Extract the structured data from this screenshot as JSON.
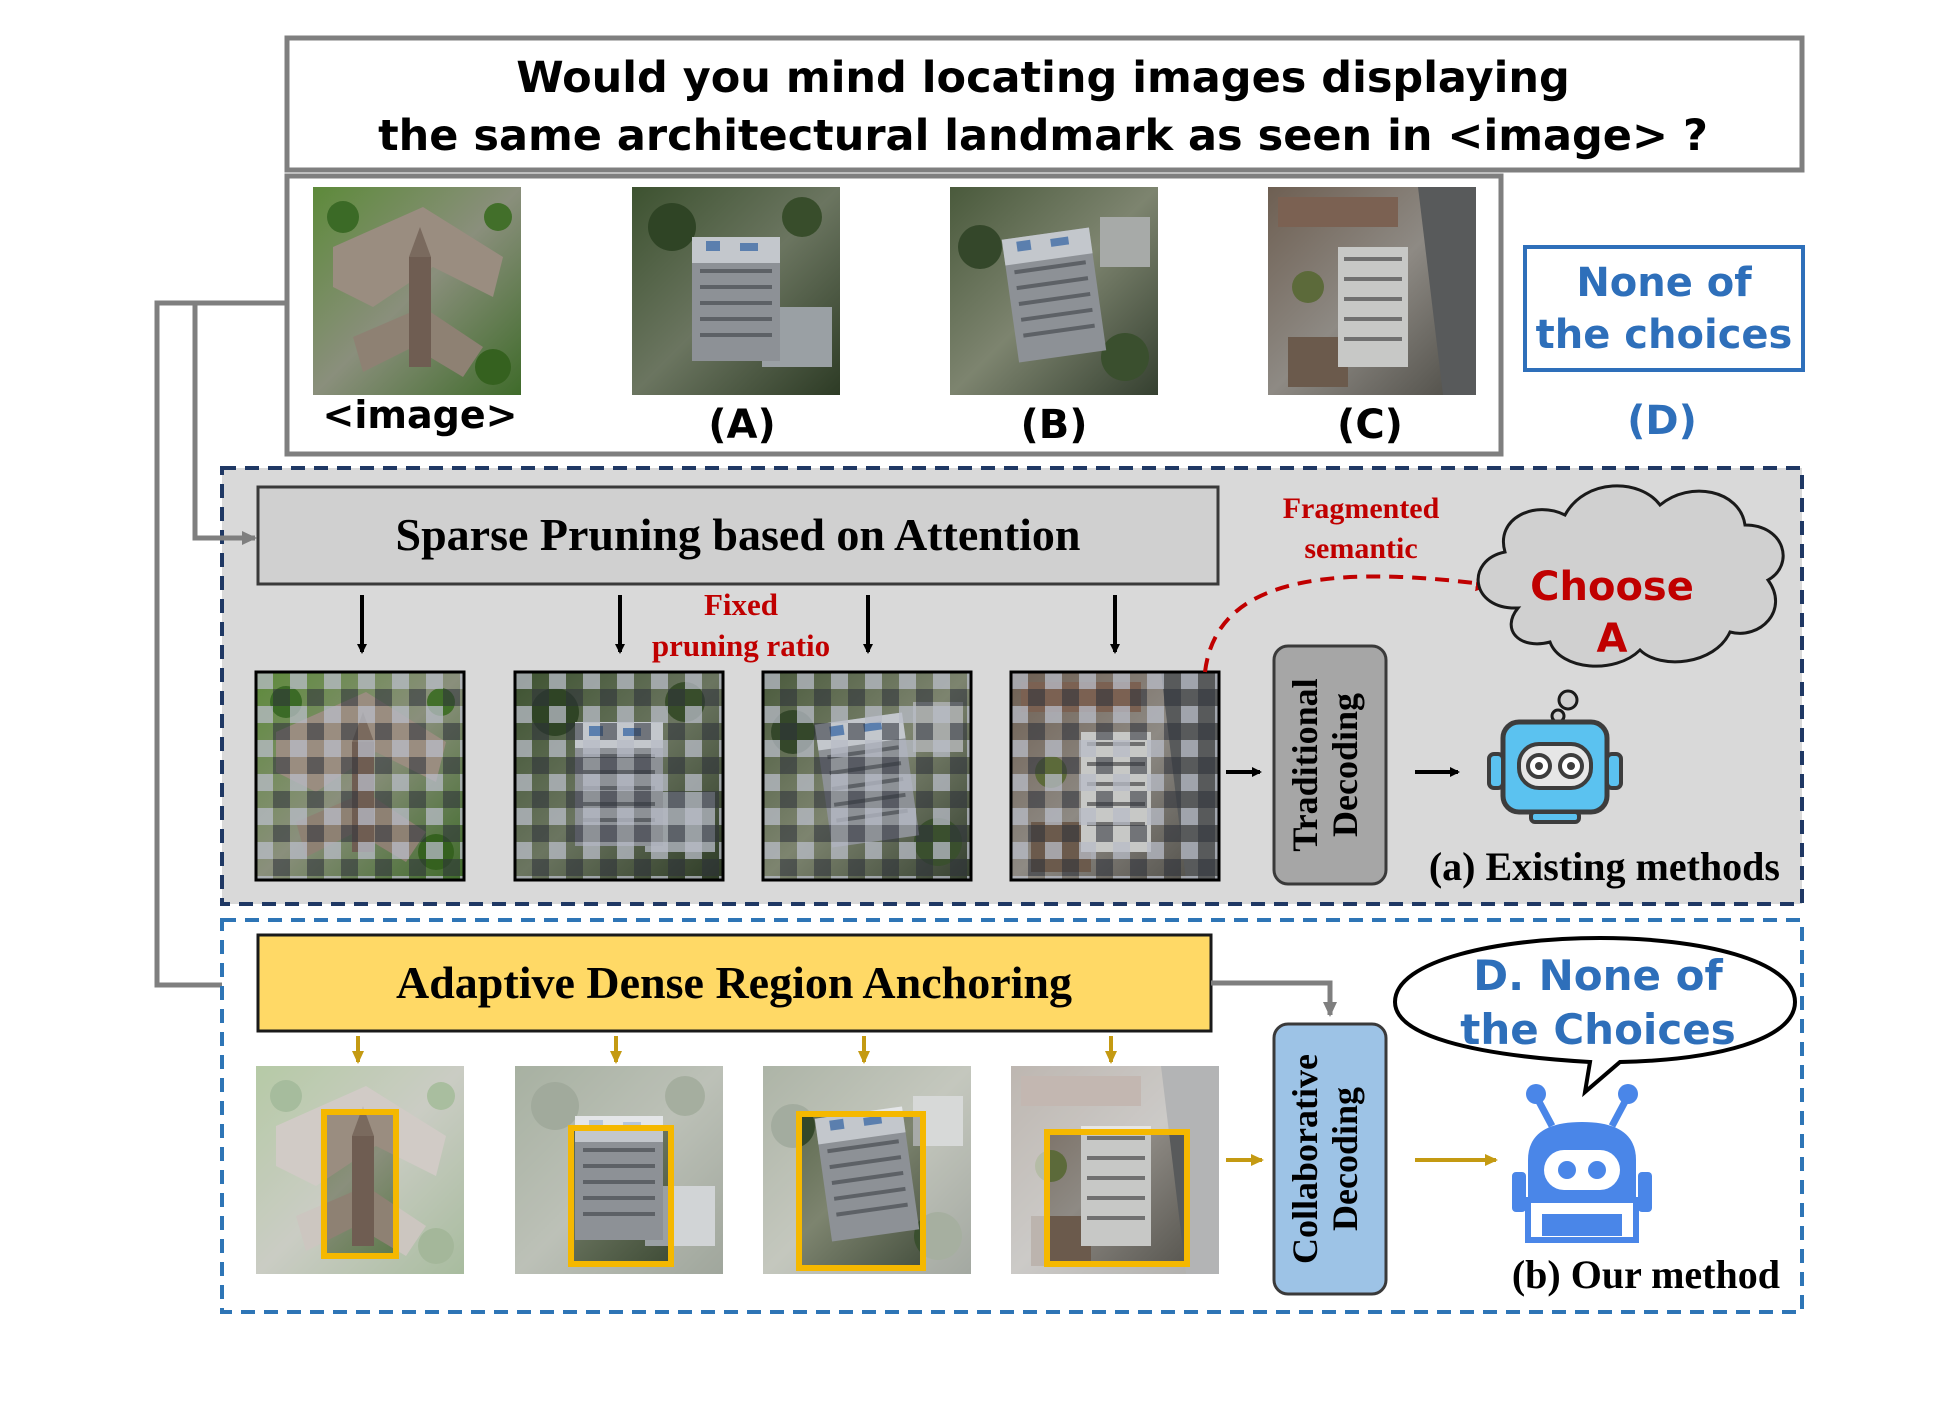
{
  "question": {
    "line1": "Would you mind locating images displaying",
    "line2": "the same architectural landmark as seen in <image> ?"
  },
  "choices": {
    "image_label": "<image>",
    "a_label": "(A)",
    "b_label": "(B)",
    "c_label": "(C)",
    "d_label": "(D)",
    "d_box_line1": "None of",
    "d_box_line2": "the choices"
  },
  "existing": {
    "module_title": "Sparse Pruning based on Attention",
    "fixed_line1": "Fixed",
    "fixed_line2": "pruning ratio",
    "fragment_line1": "Fragmented",
    "fragment_line2": "semantic",
    "decoder_line1": "Traditional",
    "decoder_line2": "Decoding",
    "answer_line1": "Choose",
    "answer_line2": "A",
    "caption": "(a) Existing methods"
  },
  "ours": {
    "module_title": "Adaptive Dense Region Anchoring",
    "decoder_line1": "Collaborative",
    "decoder_line2": "Decoding",
    "answer_line1": "D. None of",
    "answer_line2": "the Choices",
    "caption": "(b) Our method"
  },
  "colors": {
    "blue_text": "#2e6fba",
    "red_text": "#c00000",
    "gold_arrow": "#c49a12",
    "anchor_fill": "#ffd966",
    "anchor_border": "#f5b800",
    "decoder_gray": "#a6a6a6",
    "decoder_blue": "#9dc3e6",
    "panel_gray": "#d9d9d9"
  }
}
